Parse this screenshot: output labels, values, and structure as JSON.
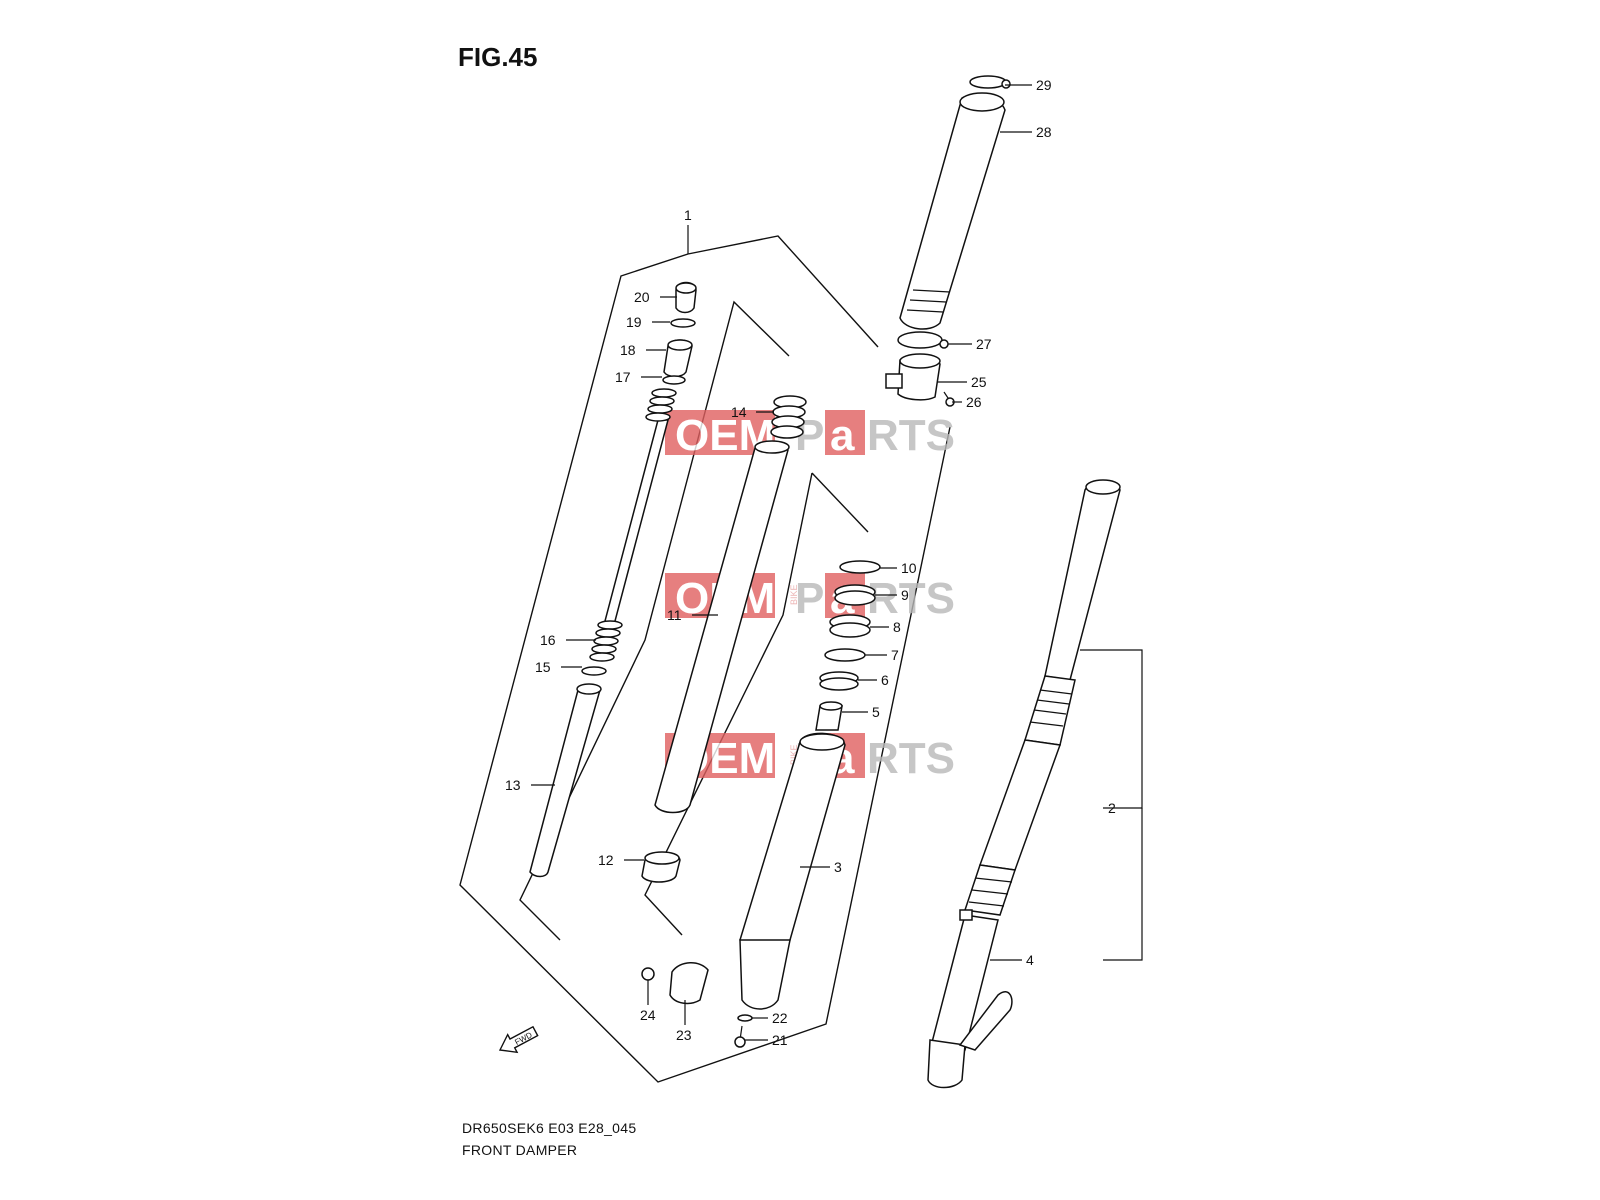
{
  "figure": {
    "title": "FIG.45",
    "model_code": "DR650SEK6 E03 E28_045",
    "name": "FRONT DAMPER",
    "fwd_label": "FWD"
  },
  "watermark": {
    "part1": "OEM",
    "part2": "P",
    "part3": "a",
    "part4": "RTS",
    "small": "BIKE"
  },
  "callouts": {
    "c1": "1",
    "c2": "2",
    "c3": "3",
    "c4": "4",
    "c5": "5",
    "c6": "6",
    "c7": "7",
    "c8": "8",
    "c9": "9",
    "c10": "10",
    "c11": "11",
    "c12": "12",
    "c13": "13",
    "c14": "14",
    "c15": "15",
    "c16": "16",
    "c17": "17",
    "c18": "18",
    "c19": "19",
    "c20": "20",
    "c21": "21",
    "c22": "22",
    "c23": "23",
    "c24": "24",
    "c25": "25",
    "c26": "26",
    "c27": "27",
    "c28": "28",
    "c29": "29"
  },
  "colors": {
    "line": "#111111",
    "watermark_red": "#e06060",
    "watermark_gray": "#b8b8b8"
  }
}
